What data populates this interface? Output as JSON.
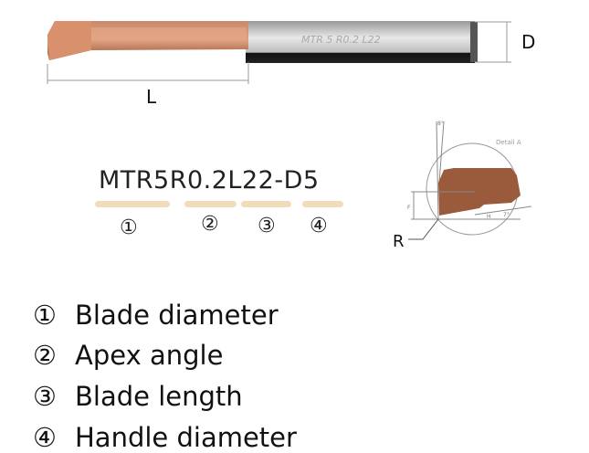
{
  "tool": {
    "engraving": "MTR 5 R0.2 L22",
    "dimension_D": "D",
    "dimension_L": "L",
    "colors": {
      "blade": "#b8684a",
      "shank": "#c9c9c9",
      "shank_dark": "#111111"
    }
  },
  "code": {
    "text": "MTR5R0.2L22-D5",
    "markers": [
      "①",
      "②",
      "③",
      "④"
    ]
  },
  "detail": {
    "title": "Detail A",
    "angle_top": "8°",
    "angle_bottom": "7°",
    "label_F": "F",
    "label_H": "H",
    "label_R": "R"
  },
  "legend": [
    {
      "marker": "①",
      "label": "Blade diameter"
    },
    {
      "marker": "②",
      "label": "Apex angle"
    },
    {
      "marker": "③",
      "label": "Blade length"
    },
    {
      "marker": "④",
      "label": "Handle diameter"
    }
  ]
}
